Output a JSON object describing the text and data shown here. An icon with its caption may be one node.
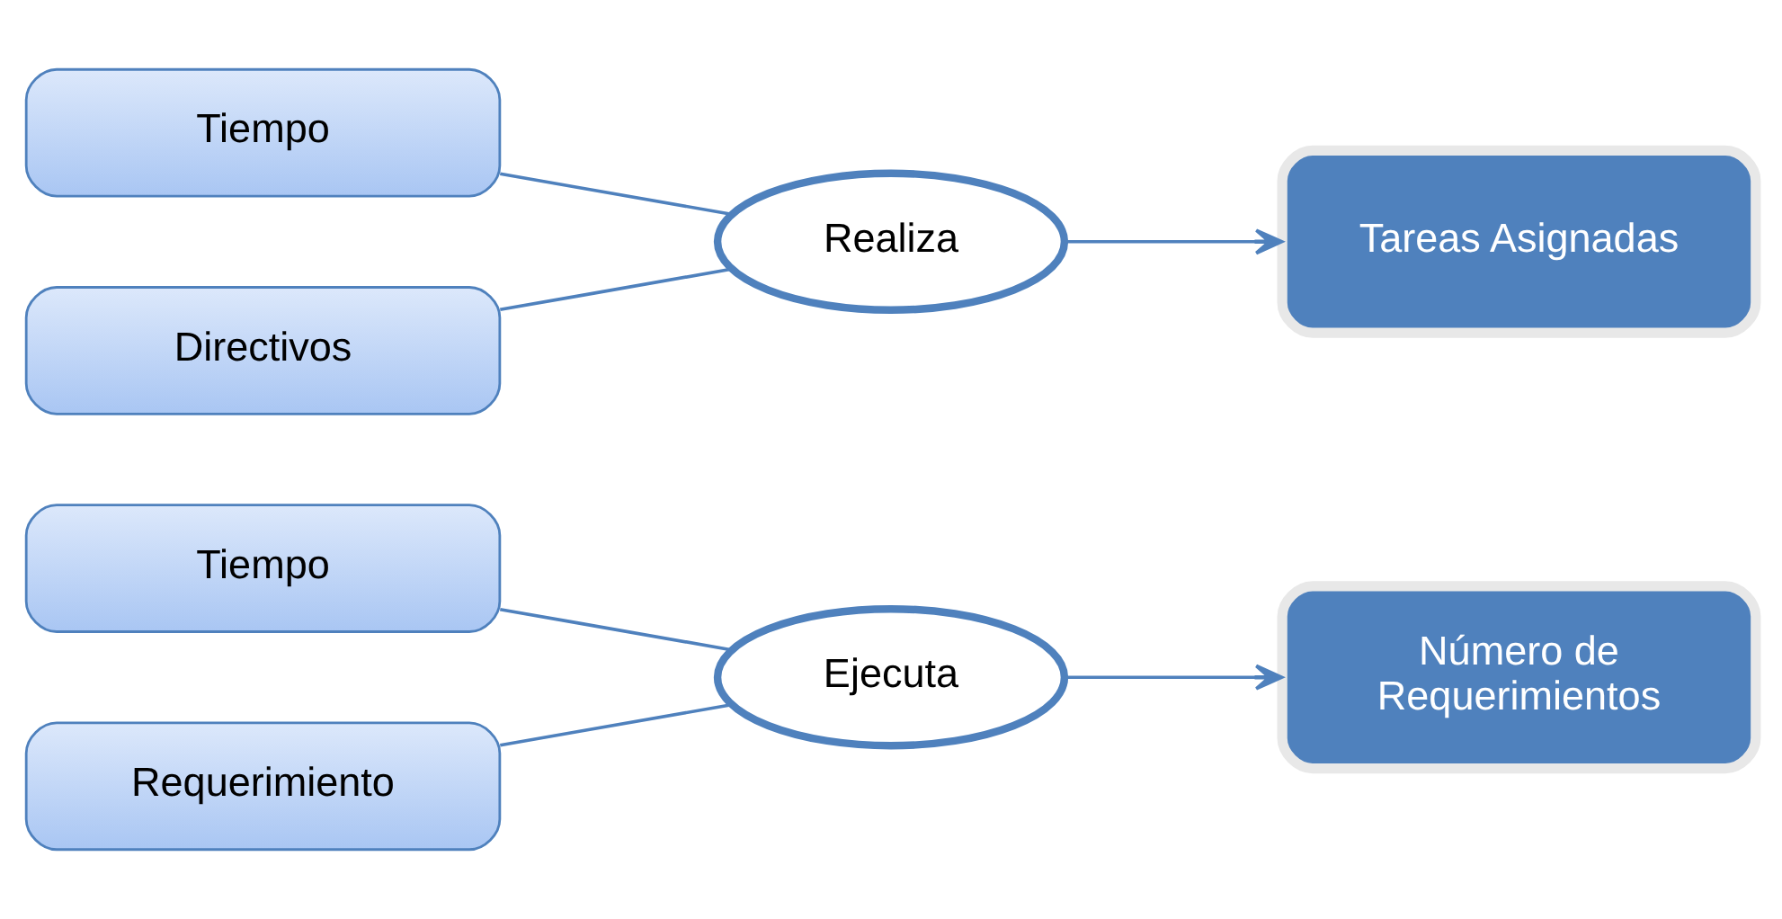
{
  "diagram": {
    "nodes": [
      {
        "text": [
          "Tiempo"
        ]
      },
      {
        "text": [
          "Requerimiento"
        ]
      },
      {
        "text": [
          "Ejecuta"
        ]
      },
      {
        "text": [
          "Número de Requerimientos"
        ]
      },
      {
        "text": [
          "Tiempo"
        ]
      },
      {
        "text": [
          "Directivos"
        ]
      },
      {
        "text": [
          "Realiza"
        ]
      },
      {
        "text": [
          "Tareas Asignadas"
        ]
      }
    ],
    "edges": [
      {
        "from": 0,
        "to": 2,
        "arrow": "none"
      },
      {
        "from": 1,
        "to": 2,
        "arrow": "none"
      },
      {
        "from": 2,
        "to": 3,
        "arrow": "to"
      },
      {
        "from": 4,
        "to": 6,
        "arrow": "none"
      },
      {
        "from": 5,
        "to": 6,
        "arrow": "none"
      },
      {
        "from": 6,
        "to": 7,
        "arrow": "to"
      }
    ]
  }
}
